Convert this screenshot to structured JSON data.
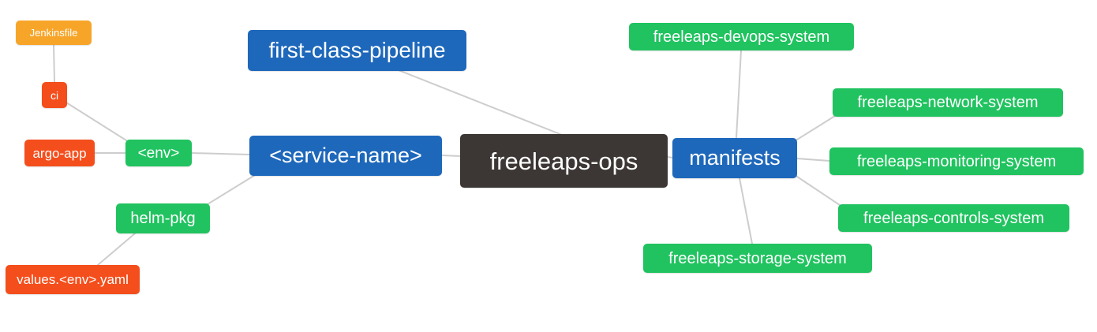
{
  "diagram": {
    "type": "mindmap",
    "root_label": "freeleaps-ops",
    "colors": {
      "blue": "#1e68bb",
      "green": "#20c35f",
      "orange": "#f7a529",
      "red": "#f44e1c",
      "dark": "#3c3734",
      "edge": "#cdcdcd",
      "text": "#ffffff",
      "background": "#ffffff"
    },
    "nodes": [
      {
        "id": "jenkinsfile",
        "label": "Jenkinsfile",
        "color": "orange"
      },
      {
        "id": "ci",
        "label": "ci",
        "color": "red"
      },
      {
        "id": "argo-app",
        "label": "argo-app",
        "color": "red"
      },
      {
        "id": "env",
        "label": "<env>",
        "color": "green"
      },
      {
        "id": "helm-pkg",
        "label": "helm-pkg",
        "color": "green"
      },
      {
        "id": "values-env-yaml",
        "label": "values.<env>.yaml",
        "color": "red"
      },
      {
        "id": "first-class-pipeline",
        "label": "first-class-pipeline",
        "color": "blue"
      },
      {
        "id": "service-name",
        "label": "<service-name>",
        "color": "blue"
      },
      {
        "id": "freeleaps-ops",
        "label": "freeleaps-ops",
        "color": "dark"
      },
      {
        "id": "manifests",
        "label": "manifests",
        "color": "blue"
      },
      {
        "id": "freeleaps-devops-system",
        "label": "freeleaps-devops-system",
        "color": "green"
      },
      {
        "id": "freeleaps-network-system",
        "label": "freeleaps-network-system",
        "color": "green"
      },
      {
        "id": "freeleaps-monitoring-system",
        "label": "freeleaps-monitoring-system",
        "color": "green"
      },
      {
        "id": "freeleaps-controls-system",
        "label": "freeleaps-controls-system",
        "color": "green"
      },
      {
        "id": "freeleaps-storage-system",
        "label": "freeleaps-storage-system",
        "color": "green"
      }
    ],
    "edges": [
      {
        "from": "jenkinsfile",
        "to": "ci"
      },
      {
        "from": "ci",
        "to": "env"
      },
      {
        "from": "argo-app",
        "to": "env"
      },
      {
        "from": "env",
        "to": "service-name"
      },
      {
        "from": "helm-pkg",
        "to": "service-name"
      },
      {
        "from": "values-env-yaml",
        "to": "helm-pkg"
      },
      {
        "from": "first-class-pipeline",
        "to": "freeleaps-ops"
      },
      {
        "from": "service-name",
        "to": "freeleaps-ops"
      },
      {
        "from": "freeleaps-ops",
        "to": "manifests"
      },
      {
        "from": "manifests",
        "to": "freeleaps-devops-system"
      },
      {
        "from": "manifests",
        "to": "freeleaps-network-system"
      },
      {
        "from": "manifests",
        "to": "freeleaps-monitoring-system"
      },
      {
        "from": "manifests",
        "to": "freeleaps-controls-system"
      },
      {
        "from": "manifests",
        "to": "freeleaps-storage-system"
      }
    ]
  }
}
